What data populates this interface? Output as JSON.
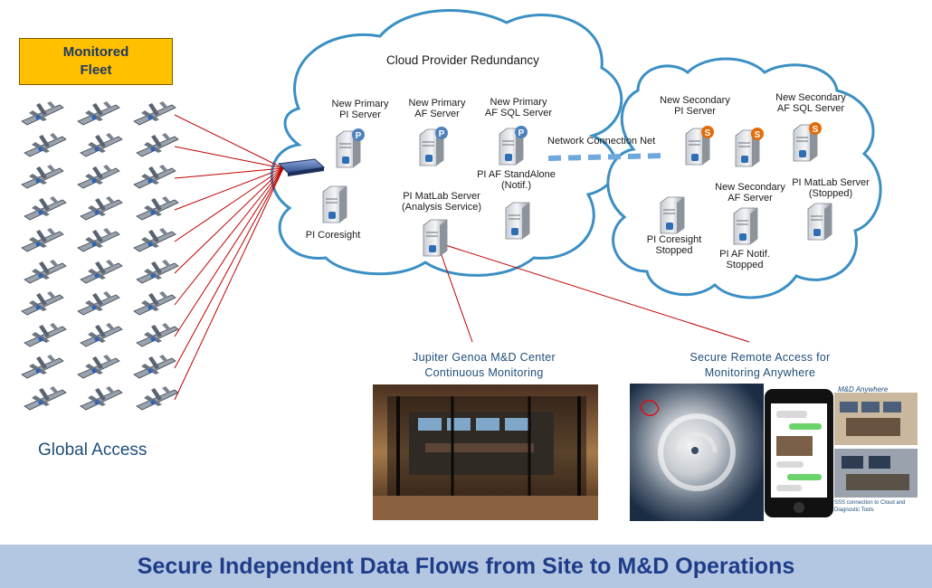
{
  "fleet": {
    "title_line1": "Monitored",
    "title_line2": "Fleet",
    "global_access": "Global Access"
  },
  "clouds": {
    "primary_title": "Cloud Provider Redundancy",
    "network_link": "Network Connection Net"
  },
  "primary_servers": {
    "pi_server": [
      "New Primary",
      "PI Server"
    ],
    "af_server": [
      "New Primary",
      "AF Server"
    ],
    "af_sql": [
      "New Primary",
      "AF SQL Server"
    ],
    "af_standalone": [
      "PI AF StandAlone",
      "(Notif.)"
    ],
    "matlab": [
      "PI MatLab Server",
      "(Analysis Service)"
    ],
    "coresight": [
      "PI Coresight"
    ]
  },
  "secondary_servers": {
    "pi_server": [
      "New Secondary",
      "PI Server"
    ],
    "af_sql": [
      "New Secondary",
      "AF SQL Server"
    ],
    "af_server": [
      "New Secondary",
      "AF Server"
    ],
    "matlab": [
      "PI MatLab Server",
      "(Stopped)"
    ],
    "coresight": [
      "PI Coresight",
      "Stopped"
    ],
    "af_notif": [
      "PI AF Notif.",
      "Stopped"
    ]
  },
  "badges": {
    "primary": "P",
    "secondary": "S"
  },
  "captions": {
    "center": [
      "Jupiter  Genoa  M&D Center",
      "Continuous  Monitoring"
    ],
    "remote": [
      "Secure  Remote  Access for",
      "Monitoring  Anywhere"
    ]
  },
  "remote_panel": {
    "title": "M&D Anywhere",
    "note": "SSS connection to Cloud and Diagnostic Tools"
  },
  "banner": "Secure Independent Data Flows from Site to M&D Operations",
  "colors": {
    "link": "#c00000",
    "cloud_stroke": "#3b8fc4",
    "badge_p": "#4f81bd",
    "badge_s": "#e36c0a",
    "fleet_box": "#ffc000"
  },
  "icons": [
    "aircraft-icon",
    "router-icon",
    "server-icon",
    "phone-icon",
    "hurricane-image",
    "control-room-image"
  ]
}
